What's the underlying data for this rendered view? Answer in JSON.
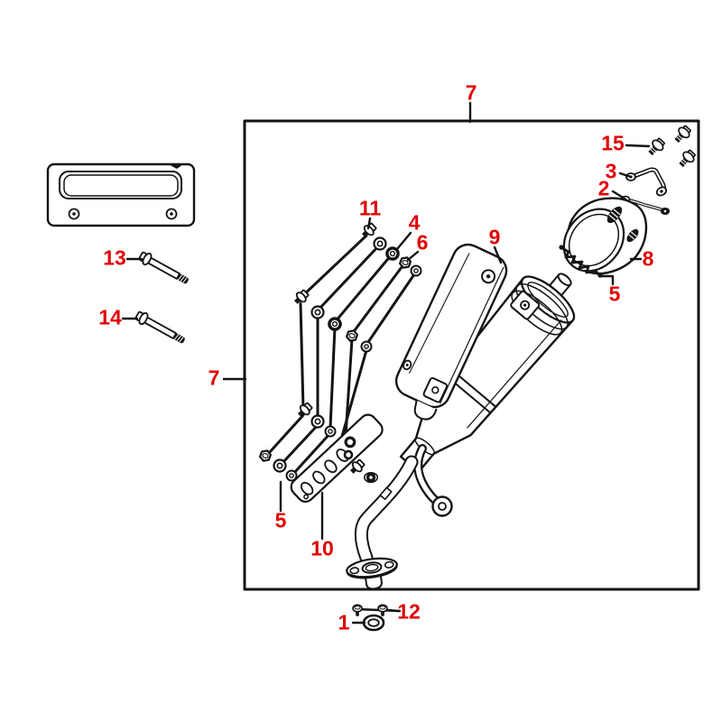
{
  "diagram": {
    "type": "exploded-parts-diagram",
    "subject": "muffler-exhaust-assembly",
    "accent_color": "#e10000",
    "line_color": "#141414",
    "background_color": "#ffffff",
    "callouts": [
      {
        "id": "frame-top",
        "label": "7"
      },
      {
        "id": "frame-left",
        "label": "7"
      },
      {
        "id": "flange-bolts",
        "label": "15"
      },
      {
        "id": "upper-bracket",
        "label": "3"
      },
      {
        "id": "lower-bracket",
        "label": "2"
      },
      {
        "id": "end-cap",
        "label": "8"
      },
      {
        "id": "spring",
        "label": "5"
      },
      {
        "id": "heat-shield",
        "label": "9"
      },
      {
        "id": "rod-bolt",
        "label": "11"
      },
      {
        "id": "collar",
        "label": "4"
      },
      {
        "id": "nut",
        "label": "6"
      },
      {
        "id": "stud-a",
        "label": "13"
      },
      {
        "id": "stud-b",
        "label": "14"
      },
      {
        "id": "washer-set",
        "label": "5"
      },
      {
        "id": "protector-plate",
        "label": "10"
      },
      {
        "id": "flange-screws",
        "label": "12"
      },
      {
        "id": "gasket",
        "label": "1"
      }
    ]
  }
}
